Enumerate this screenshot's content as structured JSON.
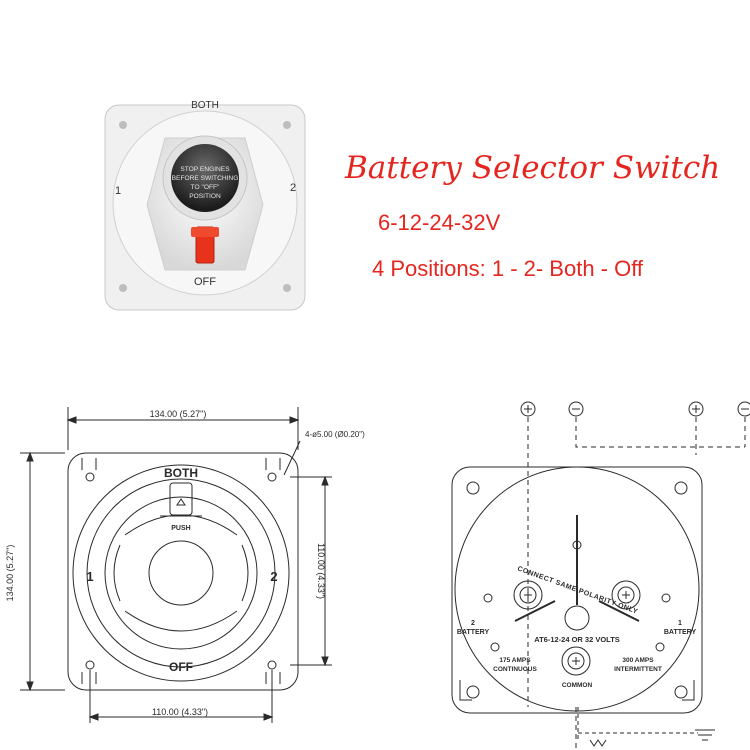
{
  "title": "Battery Selector Switch",
  "voltage": "6-12-24-32V",
  "positions": "4 Positions: 1 - 2- Both - Off",
  "photo": {
    "label_both": "BOTH",
    "label_1": "1",
    "label_2": "2",
    "label_off": "OFF",
    "warning_line1": "STOP ENGINES",
    "warning_line2": "BEFORE SWITCHING",
    "warning_line3": "TO \"OFF\"",
    "warning_line4": "POSITION"
  },
  "front_drawing": {
    "width_dim": "134.00 (5.27\")",
    "height_dim": "134.00 (5.27\")",
    "hole_dim": "4-ø5.00 (Ø0.20\")",
    "hole_spacing_h": "110.00 (4.33\")",
    "hole_spacing_v": "110.00 (4.33\")",
    "label_both": "BOTH",
    "label_push": "PUSH",
    "label_1": "1",
    "label_2": "2",
    "label_off": "OFF"
  },
  "rear_drawing": {
    "battery2": "2\nBATTERY",
    "battery1": "1\nBATTERY",
    "battery2_num": "2",
    "battery2_word": "BATTERY",
    "battery1_num": "1",
    "battery1_word": "BATTERY",
    "polarity": "CONNECT SAME POLARITY ONLY",
    "model": "AT6-12-24 OR 32 VOLTS",
    "continuous_amps": "175 AMPS",
    "continuous_word": "CONTINUOUS",
    "intermittent_amps": "300 AMPS",
    "intermittent_word": "INTERMITTENT",
    "common": "COMMON"
  },
  "colors": {
    "accent_red": "#e5261f",
    "switch_red": "#e8331c",
    "body_white": "#f2f2f2",
    "line": "#2a2a2a"
  }
}
